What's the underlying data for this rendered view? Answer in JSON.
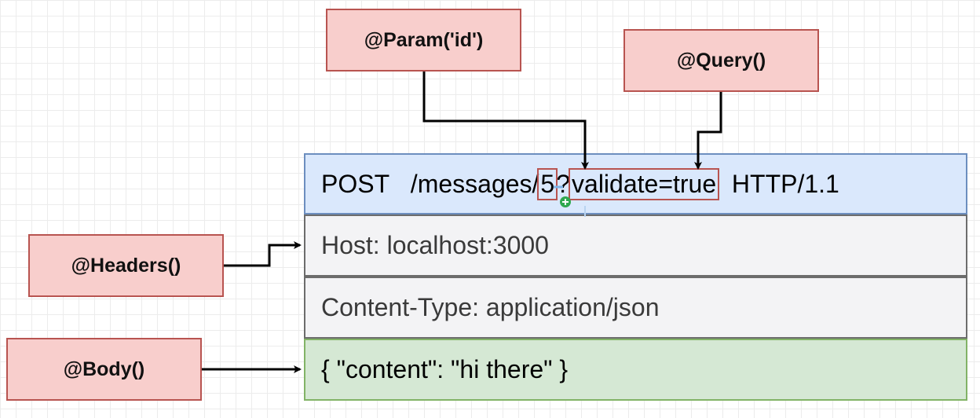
{
  "decorators": {
    "param": "@Param('id')",
    "query": "@Query()",
    "headers": "@Headers()",
    "body": "@Body()"
  },
  "request": {
    "method": "POST",
    "path_prefix": "/message",
    "path_tail": "s/",
    "id": "5",
    "qmark": "?",
    "query": "validate=true",
    "protocol": "HTTP/1.1"
  },
  "headers": {
    "host": "Host: localhost:3000",
    "content_type": "Content-Type: application/json"
  },
  "body": {
    "content": "{ \"content\": \"hi there\" }"
  },
  "colors": {
    "decorator_fill": "#f8cecc",
    "decorator_border": "#b85450",
    "request_fill": "#dae8fc",
    "header_fill": "#f3f3f5",
    "body_fill": "#d5e8d4"
  }
}
